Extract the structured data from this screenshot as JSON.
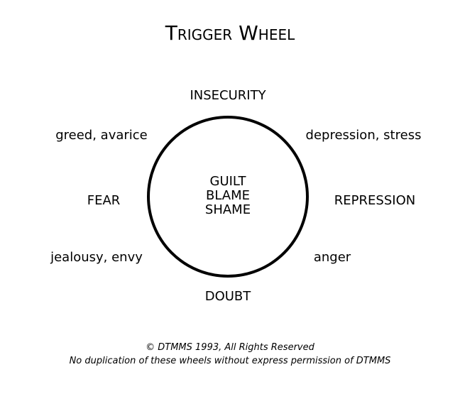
{
  "title": "Trigger Wheel",
  "center": [
    "GUILT",
    "BLAME",
    "SHAME"
  ],
  "labels": {
    "top": "INSECURITY",
    "top_right": "depression, stress",
    "right": "REPRESSION",
    "bottom_right": "anger",
    "bottom": "DOUBT",
    "bottom_left": "jealousy, envy",
    "left": "FEAR",
    "top_left": "greed, avarice"
  },
  "footer": {
    "copyright": "© DTMMS 1993, All Rights Reserved",
    "notice": "No duplication of these wheels without express permission of DTMMS"
  },
  "colors": {
    "stroke": "#000000",
    "background": "#ffffff"
  }
}
